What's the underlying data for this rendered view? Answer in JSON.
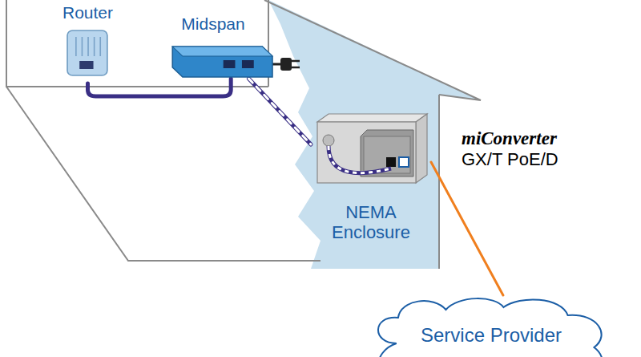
{
  "diagram": {
    "nodes": [
      {
        "text": [
          "Router"
        ]
      },
      {
        "text": [
          "Midspan"
        ]
      },
      {
        "text": [
          "NEMA Enclosure"
        ]
      },
      {
        "text": [
          "Service Provider"
        ]
      }
    ],
    "edges": [
      {
        "from": 0,
        "to": 1,
        "arrow": "none"
      },
      {
        "from": 1,
        "to": 2,
        "arrow": "none"
      },
      {
        "from": 2,
        "to": 3,
        "arrow": "none"
      }
    ],
    "labels": [
      "miConverter",
      "GX/T PoE/D"
    ]
  }
}
